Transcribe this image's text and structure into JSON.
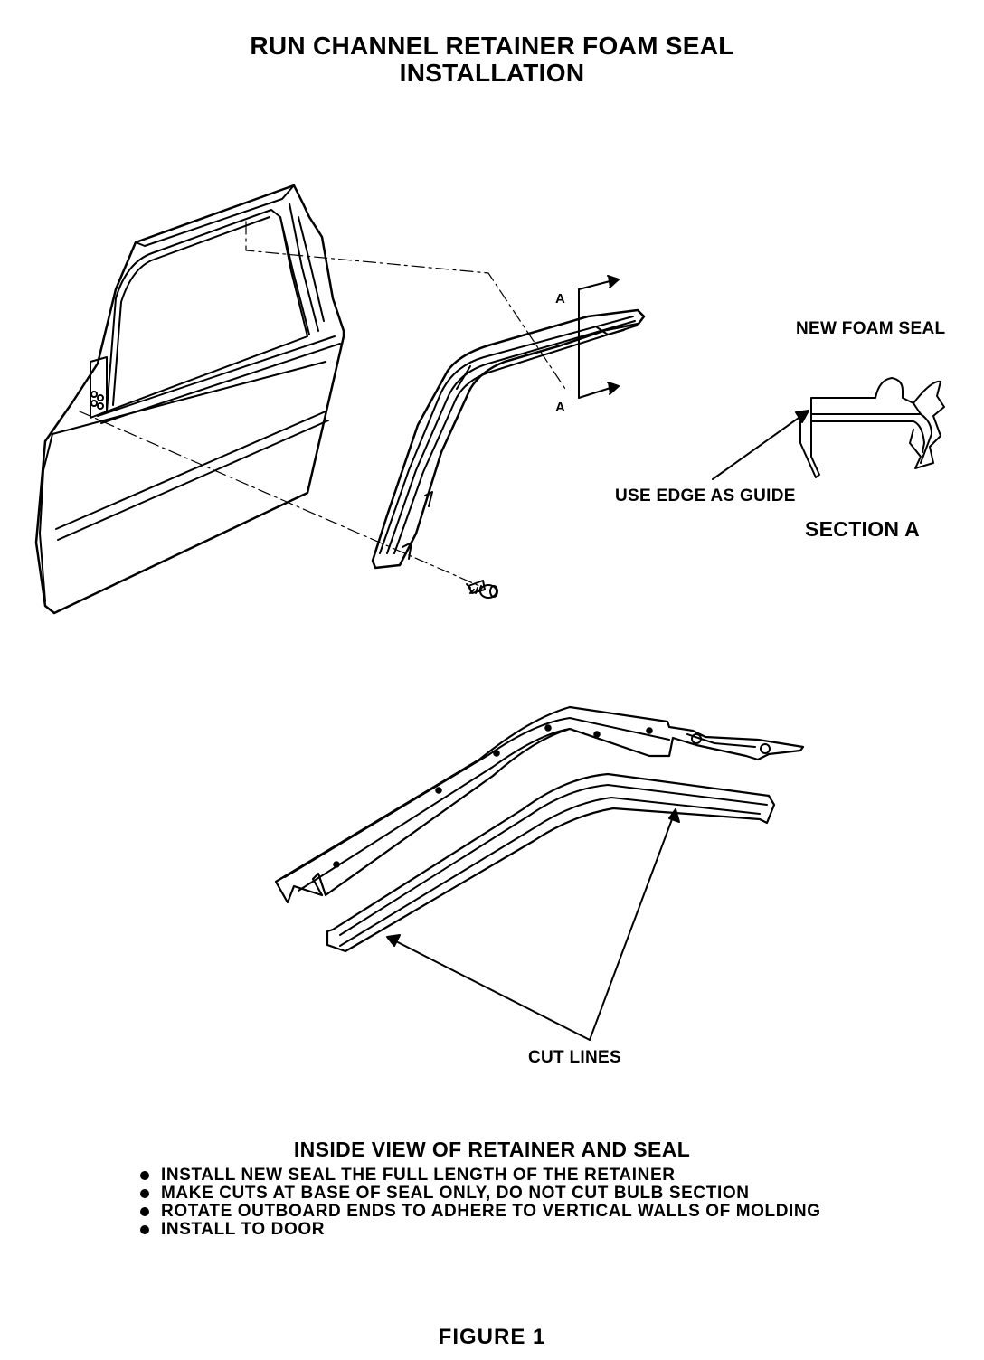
{
  "title": {
    "line1": "RUN CHANNEL RETAINER FOAM SEAL",
    "line2": "INSTALLATION"
  },
  "labels": {
    "section_marker_top": "A",
    "section_marker_bottom": "A",
    "new_foam_seal": "NEW FOAM SEAL",
    "use_edge_as_guide": "USE EDGE AS GUIDE",
    "section_a": "SECTION A",
    "cut_lines": "CUT LINES"
  },
  "inside_view": {
    "title": "INSIDE VIEW OF RETAINER AND SEAL",
    "steps": [
      "INSTALL NEW SEAL THE FULL LENGTH OF THE RETAINER",
      "MAKE CUTS AT BASE OF SEAL ONLY, DO NOT CUT BULB SECTION",
      "ROTATE OUTBOARD ENDS TO ADHERE TO VERTICAL WALLS OF MOLDING",
      "INSTALL TO DOOR"
    ]
  },
  "figure_caption": "FIGURE 1"
}
